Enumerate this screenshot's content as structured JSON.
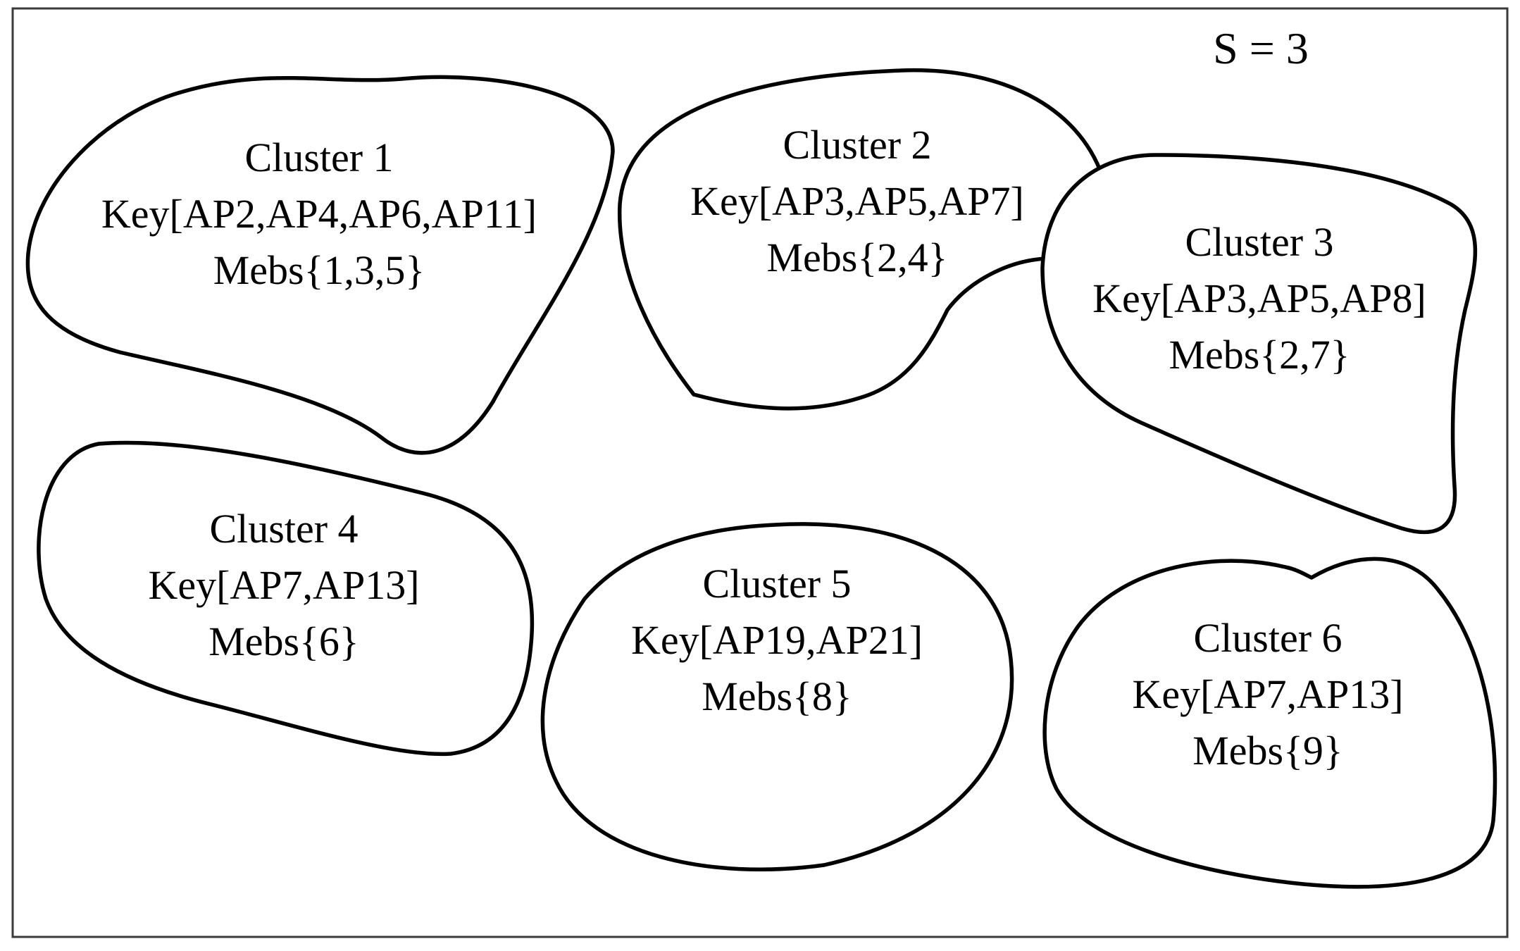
{
  "parameter": "S = 3",
  "clusters": [
    {
      "name": "Cluster 1",
      "key": "Key[AP2,AP4,AP6,AP11]",
      "mebs": "Mebs{1,3,5}"
    },
    {
      "name": "Cluster 2",
      "key": "Key[AP3,AP5,AP7]",
      "mebs": "Mebs{2,4}"
    },
    {
      "name": "Cluster 3",
      "key": "Key[AP3,AP5,AP8]",
      "mebs": "Mebs{2,7}"
    },
    {
      "name": "Cluster 4",
      "key": "Key[AP7,AP13]",
      "mebs": "Mebs{6}"
    },
    {
      "name": "Cluster 5",
      "key": "Key[AP19,AP21]",
      "mebs": "Mebs{8}"
    },
    {
      "name": "Cluster 6",
      "key": "Key[AP7,AP13]",
      "mebs": "Mebs{9}"
    }
  ]
}
